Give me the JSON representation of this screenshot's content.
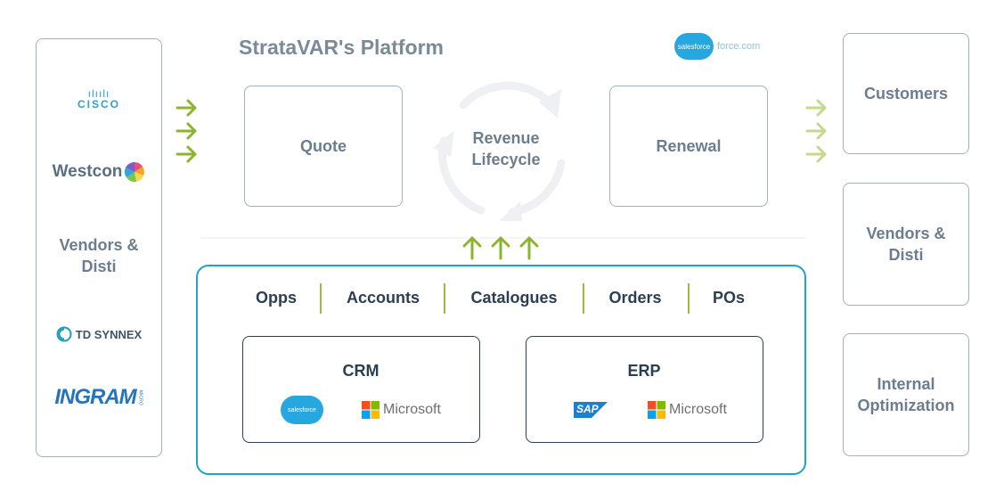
{
  "platform_title": "StrataVAR's Platform",
  "salesforce_small": {
    "badge": "salesforce",
    "text": "force.com"
  },
  "left_panel": {
    "logos": [
      "cisco",
      "Westcon",
      "TD SYNNEX",
      "INGRAM"
    ],
    "label": "Vendors & Disti",
    "cisco_bars": "ılıılı",
    "micro": "MICRO"
  },
  "quote": "Quote",
  "lifecycle": "Revenue Lifecycle",
  "renewal": "Renewal",
  "right_boxes": [
    "Customers",
    "Vendors & Disti",
    "Internal Optimization"
  ],
  "tabs": [
    "Opps",
    "Accounts",
    "Catalogues",
    "Orders",
    "POs"
  ],
  "crm": {
    "title": "CRM",
    "logos": [
      "salesforce",
      "Microsoft"
    ]
  },
  "erp": {
    "title": "ERP",
    "logos": [
      "SAP",
      "Microsoft"
    ]
  },
  "colors": {
    "accent": "#9dbb3c",
    "brand_blue": "#1fa3c9",
    "dark_text": "#2b3f52",
    "muted_text": "#6b7d8f"
  }
}
